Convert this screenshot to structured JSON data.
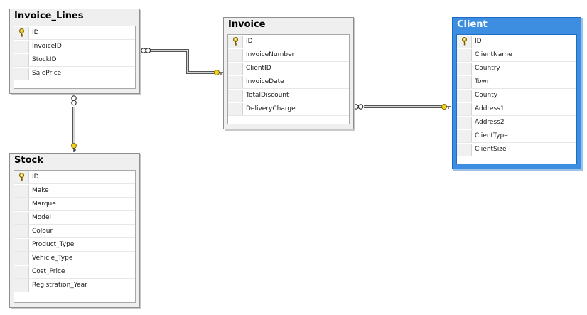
{
  "tables": {
    "invoice_lines": {
      "title": "Invoice_Lines",
      "columns": [
        {
          "name": "ID",
          "key": true
        },
        {
          "name": "InvoiceID",
          "key": false
        },
        {
          "name": "StockID",
          "key": false
        },
        {
          "name": "SalePrice",
          "key": false
        }
      ]
    },
    "stock": {
      "title": "Stock",
      "columns": [
        {
          "name": "ID",
          "key": true
        },
        {
          "name": "Make",
          "key": false
        },
        {
          "name": "Marque",
          "key": false
        },
        {
          "name": "Model",
          "key": false
        },
        {
          "name": "Colour",
          "key": false
        },
        {
          "name": "Product_Type",
          "key": false
        },
        {
          "name": "Vehicle_Type",
          "key": false
        },
        {
          "name": "Cost_Price",
          "key": false
        },
        {
          "name": "Registration_Year",
          "key": false
        }
      ]
    },
    "invoice": {
      "title": "Invoice",
      "columns": [
        {
          "name": "ID",
          "key": true
        },
        {
          "name": "InvoiceNumber",
          "key": false
        },
        {
          "name": "ClientID",
          "key": false
        },
        {
          "name": "InvoiceDate",
          "key": false
        },
        {
          "name": "TotalDiscount",
          "key": false
        },
        {
          "name": "DeliveryCharge",
          "key": false
        }
      ]
    },
    "client": {
      "title": "Client",
      "selected": true,
      "columns": [
        {
          "name": "ID",
          "key": true
        },
        {
          "name": "ClientName",
          "key": false
        },
        {
          "name": "Country",
          "key": false
        },
        {
          "name": "Town",
          "key": false
        },
        {
          "name": "County",
          "key": false
        },
        {
          "name": "Address1",
          "key": false
        },
        {
          "name": "Address2",
          "key": false
        },
        {
          "name": "ClientType",
          "key": false
        },
        {
          "name": "ClientSize",
          "key": false
        }
      ]
    }
  },
  "relationships": [
    {
      "from": "invoice_lines",
      "to": "invoice",
      "from_end": "infinity",
      "to_end": "key"
    },
    {
      "from": "invoice",
      "to": "client",
      "from_end": "infinity",
      "to_end": "key"
    },
    {
      "from": "invoice_lines",
      "to": "stock",
      "from_end": "infinity",
      "to_end": "key"
    }
  ],
  "colors": {
    "table_bg": "#efefef",
    "selected_table_bg": "#3d8ee0",
    "line": "#555555",
    "key_gold": "#e8c21a"
  }
}
